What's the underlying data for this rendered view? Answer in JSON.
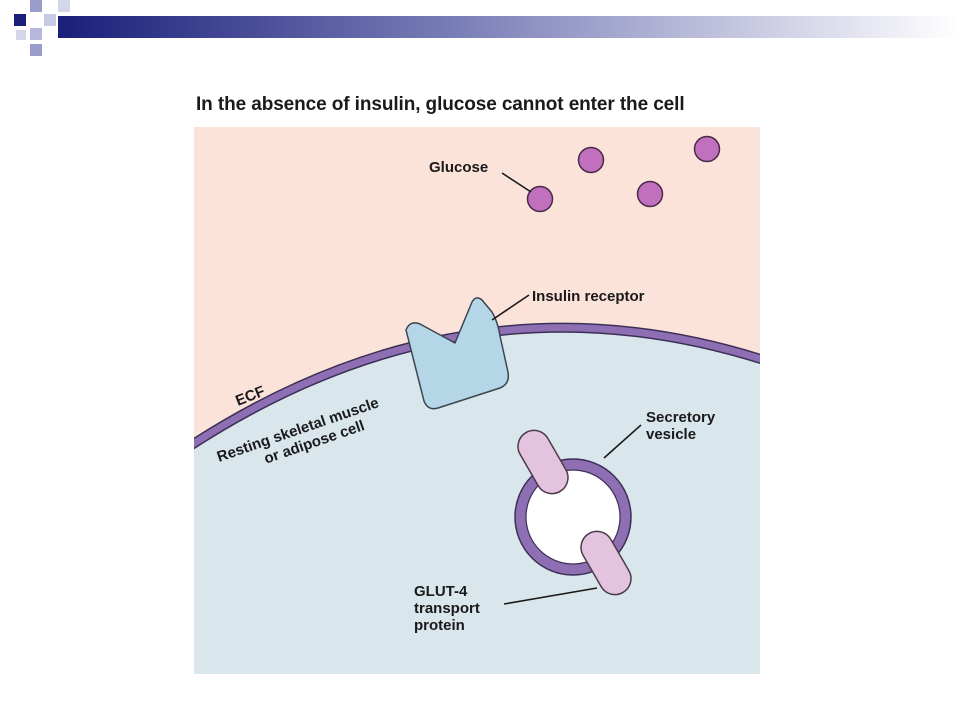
{
  "slide": {
    "accent_colors": [
      "#1a1f7a",
      "#8f92c4",
      "#c9cbe4"
    ]
  },
  "figure": {
    "title": "In the absence of insulin, glucose cannot enter the cell",
    "labels": {
      "glucose": "Glucose",
      "insulin_receptor": "Insulin receptor",
      "ecf": "ECF",
      "cell_line1": "Resting skeletal muscle",
      "cell_line2": "or adipose cell",
      "vesicle_line1": "Secretory",
      "vesicle_line2": "vesicle",
      "glut_line1": "GLUT-4",
      "glut_line2": "transport",
      "glut_line3": "protein"
    },
    "colors": {
      "ecf_fill": "#fbe3da",
      "cell_fill": "#d9e6ec",
      "membrane": "#8e6fb3",
      "glucose": "#c170be",
      "receptor": "#b5d6e6",
      "glut": "#e3c3de",
      "vesicle_interior": "#ffffff"
    }
  }
}
